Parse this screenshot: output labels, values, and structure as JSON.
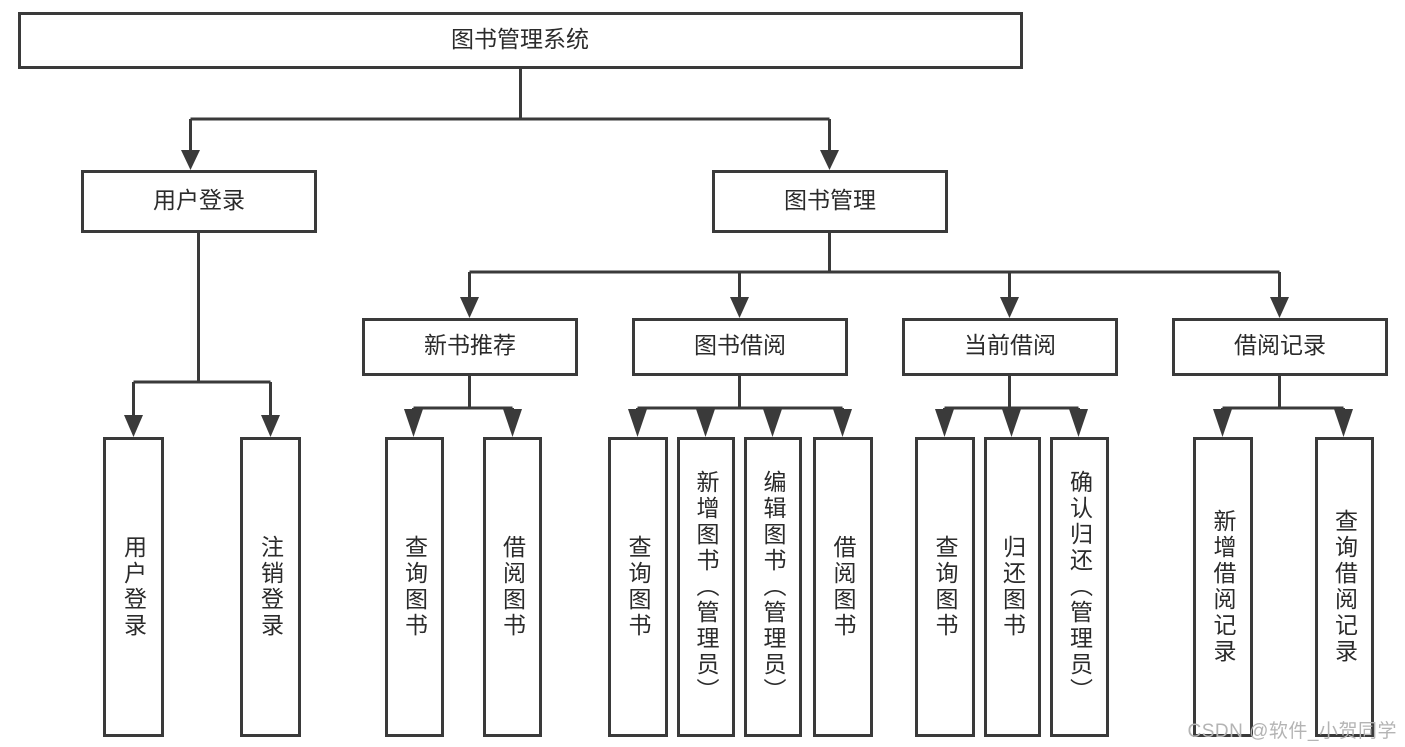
{
  "diagram": {
    "title": "图书管理系统",
    "type": "tree-hierarchy",
    "watermark": "CSDN @软件_小贺同学",
    "colors": {
      "stroke": "#3a3a3a",
      "fill": "#ffffff",
      "text": "#2b2b2b",
      "watermark": "#b4b4b4",
      "background": "#ffffff"
    },
    "root": {
      "label": "图书管理系统"
    },
    "level2": [
      {
        "id": "user-login",
        "label": "用户登录"
      },
      {
        "id": "book-management",
        "label": "图书管理"
      }
    ],
    "level3": [
      {
        "id": "new-book-recommend",
        "label": "新书推荐"
      },
      {
        "id": "book-borrow",
        "label": "图书借阅"
      },
      {
        "id": "current-borrow",
        "label": "当前借阅"
      },
      {
        "id": "borrow-record",
        "label": "借阅记录"
      }
    ],
    "leaves": {
      "user-login": [
        {
          "id": "leaf-user-login",
          "label": "用户登录"
        },
        {
          "id": "leaf-logout-login",
          "label": "注销登录"
        }
      ],
      "new-book-recommend": [
        {
          "id": "leaf-query-book-1",
          "label": "查询图书"
        },
        {
          "id": "leaf-borrow-book-1",
          "label": "借阅图书"
        }
      ],
      "book-borrow": [
        {
          "id": "leaf-query-book-2",
          "label": "查询图书"
        },
        {
          "id": "leaf-add-book-admin",
          "label": "新增图书（管理员）"
        },
        {
          "id": "leaf-edit-book-admin",
          "label": "编辑图书（管理员）"
        },
        {
          "id": "leaf-borrow-book-2",
          "label": "借阅图书"
        }
      ],
      "current-borrow": [
        {
          "id": "leaf-query-book-3",
          "label": "查询图书"
        },
        {
          "id": "leaf-return-book",
          "label": "归还图书"
        },
        {
          "id": "leaf-confirm-return-admin",
          "label": "确认归还（管理员）"
        }
      ],
      "borrow-record": [
        {
          "id": "leaf-add-borrow-record",
          "label": "新增借阅记录"
        },
        {
          "id": "leaf-query-borrow-record",
          "label": "查询借阅记录"
        }
      ]
    }
  }
}
